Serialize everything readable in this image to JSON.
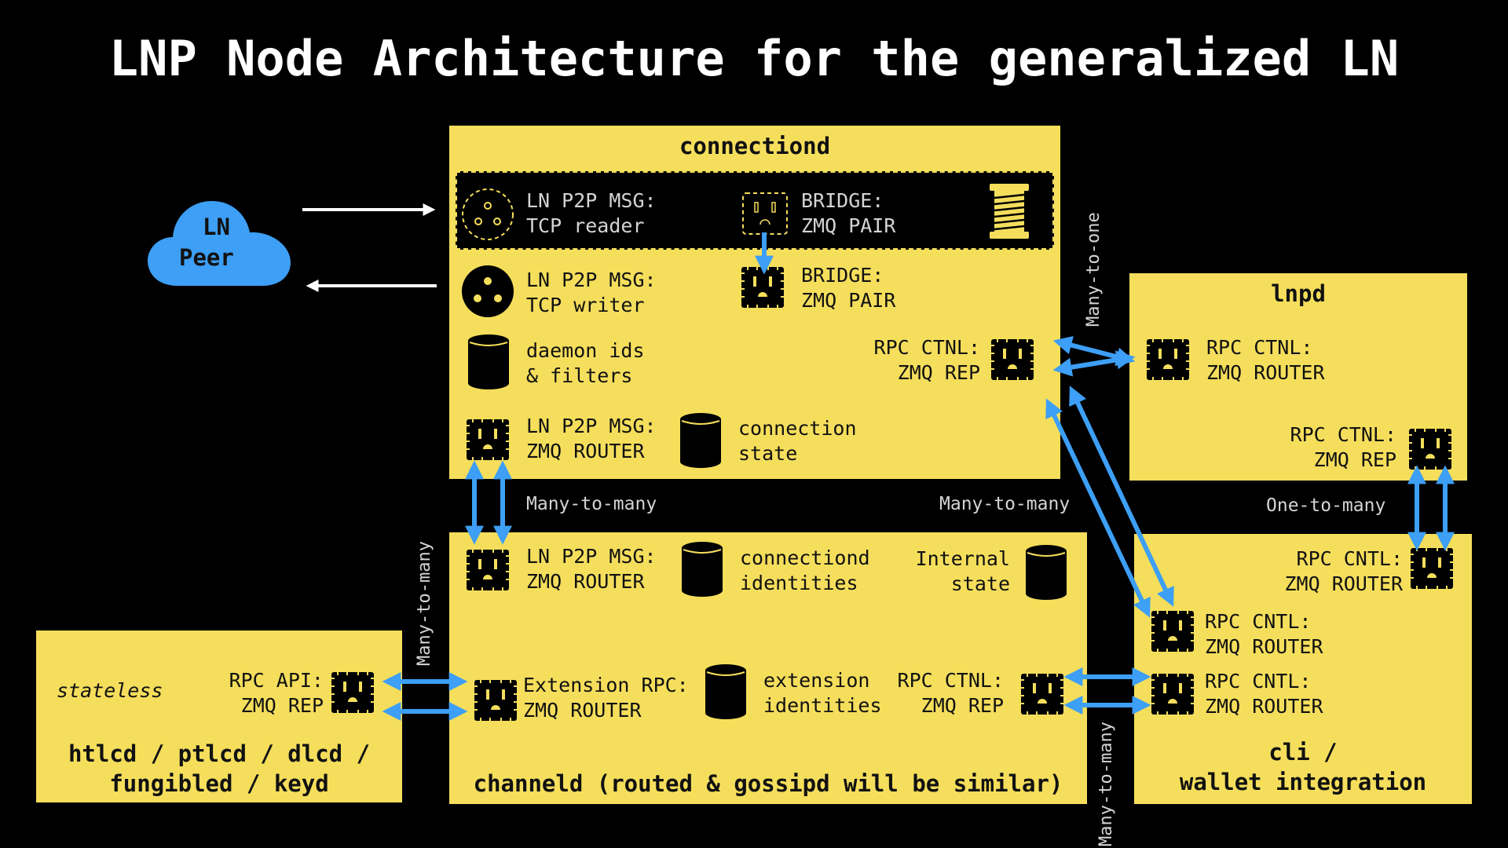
{
  "title": "LNP Node Architecture for the generalized LN",
  "peer": {
    "line1": "LN",
    "line2": "Peer"
  },
  "colors": {
    "box": "#f5de5c",
    "arrow": "#3d9ff5",
    "cloud": "#3d9ff5",
    "background": "#000000"
  },
  "connectiond": {
    "title": "connectiond",
    "tcp_reader": {
      "l1": "LN P2P MSG:",
      "l2": "TCP reader",
      "icon": "plug-socket-dashed-icon"
    },
    "bridge_top": {
      "l1": "BRIDGE:",
      "l2": "ZMQ PAIR",
      "icon": "zmq-socket-dashed-icon"
    },
    "spool_icon": "thread-spool-icon",
    "tcp_writer": {
      "l1": "LN P2P MSG:",
      "l2": "TCP writer",
      "icon": "plug-socket-icon"
    },
    "bridge_bottom": {
      "l1": "BRIDGE:",
      "l2": "ZMQ PAIR",
      "icon": "zmq-socket-icon"
    },
    "daemon_ids": {
      "l1": "daemon ids",
      "l2": "& filters",
      "icon": "database-icon"
    },
    "rpc_ctnl": {
      "l1": "RPC CTNL:",
      "l2": "ZMQ REP",
      "icon": "zmq-socket-icon"
    },
    "p2p_router": {
      "l1": "LN P2P MSG:",
      "l2": "ZMQ ROUTER",
      "icon": "zmq-socket-icon"
    },
    "conn_state": {
      "l1": "connection",
      "l2": "state",
      "icon": "database-icon"
    }
  },
  "lnpd": {
    "title": "lnpd",
    "router": {
      "l1": "RPC CTNL:",
      "l2": "ZMQ ROUTER"
    },
    "rep": {
      "l1": "RPC CTNL:",
      "l2": "ZMQ REP"
    }
  },
  "channeld": {
    "title": "channeld (routed & gossipd will be similar)",
    "p2p_router": {
      "l1": "LN P2P MSG:",
      "l2": "ZMQ ROUTER"
    },
    "conn_ids": {
      "l1": "connectiond",
      "l2": "identities"
    },
    "internal": {
      "l1": "Internal",
      "l2": "state"
    },
    "ext_rpc": {
      "l1": "Extension RPC:",
      "l2": "ZMQ ROUTER"
    },
    "ext_ids": {
      "l1": "extension",
      "l2": "identities"
    },
    "rpc_ctnl": {
      "l1": "RPC CTNL:",
      "l2": "ZMQ REP"
    }
  },
  "htlcd": {
    "stateless": "stateless",
    "rpc_api": {
      "l1": "RPC API:",
      "l2": "ZMQ REP"
    },
    "title1": "htlcd / ptlcd / dlcd /",
    "title2": "fungibled / keyd"
  },
  "cli": {
    "cntl_top": {
      "l1": "RPC CNTL:",
      "l2": "ZMQ ROUTER"
    },
    "cntl_mid": {
      "l1": "RPC CNTL:",
      "l2": "ZMQ ROUTER"
    },
    "cntl_bot": {
      "l1": "RPC CNTL:",
      "l2": "ZMQ ROUTER"
    },
    "title1": "cli /",
    "title2": "wallet integration"
  },
  "edges": {
    "many_to_one": "Many-to-one",
    "many_to_many_a": "Many-to-many",
    "many_to_many_b": "Many-to-many",
    "many_to_many_c": "Many-to-many",
    "many_to_many_d": "Many-to-many",
    "one_to_many": "One-to-many"
  }
}
